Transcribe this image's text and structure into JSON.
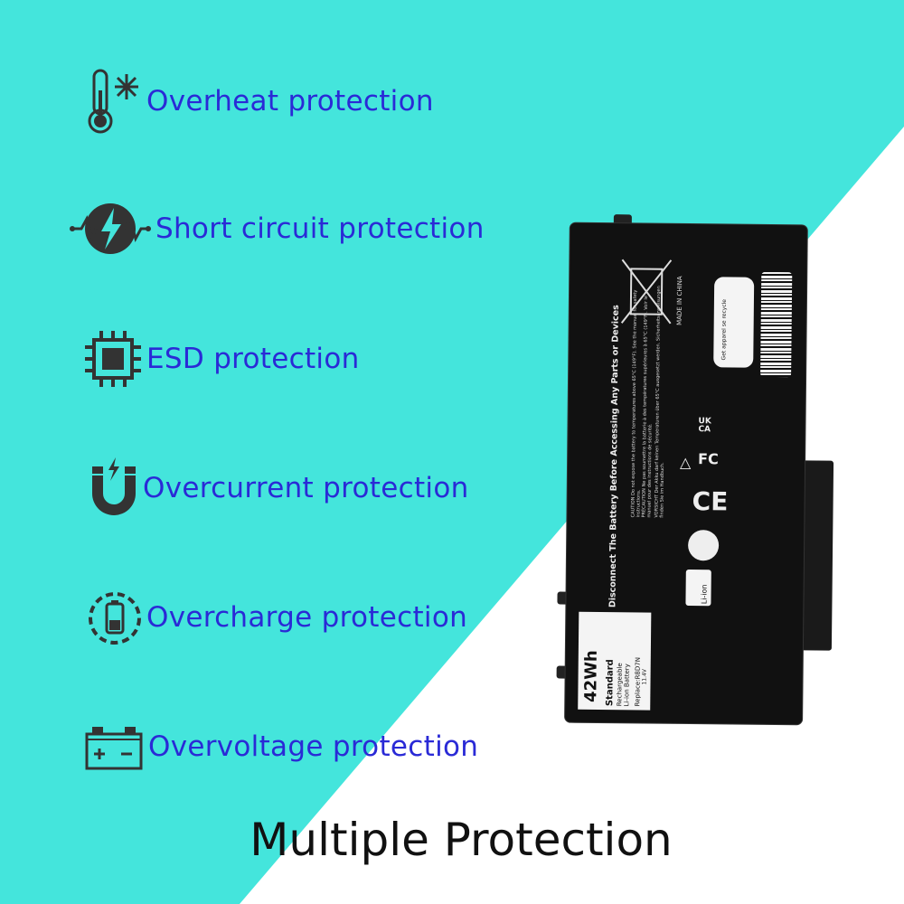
{
  "colors": {
    "background_cyan": "#44E5DC",
    "label_blue": "#2A2AD6",
    "icon_dark": "#333333",
    "battery_black": "#111111"
  },
  "features": [
    {
      "icon": "thermometer-snowflake-icon",
      "label": "Overheat protection"
    },
    {
      "icon": "lightning-circuit-icon",
      "label": "Short circuit protection"
    },
    {
      "icon": "chip-icon",
      "label": "ESD protection"
    },
    {
      "icon": "magnet-lightning-icon",
      "label": "Overcurrent protection"
    },
    {
      "icon": "battery-charging-circle-icon",
      "label": "Overcharge protection"
    },
    {
      "icon": "car-battery-icon",
      "label": "Overvoltage protection"
    }
  ],
  "footer": {
    "title": "Multiple Protection"
  },
  "battery_label": {
    "heading": "Disconnect The Battery Before Accessing Any Parts or Devices",
    "capacity": "42Wh",
    "type": "Standard",
    "type_sub1": "Rechargeable",
    "type_sub2": "Li-ion Battery",
    "replace": "Replace:R8D7N",
    "voltage": "11.4V",
    "origin": "MADE IN CHINA",
    "caution": "CAUTION Do not expose the battery to temperatures above 65°C (149°F). See the manual for safety instructions.",
    "precaution": "PRÉCAUTION Ne pas soumettre la batterie à des températures supérieures à 65°C (149°F). Voir le manuel pour des instructions de sécurité.",
    "vorsicht": "VORSICHT Der Akku darf keinen Temperaturen über 65°C ausgesetzt werden. Sicherheitsanweisungen finden Sie im Handbuch.",
    "liion": "Li-ion",
    "ce": "CE",
    "fc": "FC",
    "ukca_1": "UK",
    "ukca_2": "CA",
    "recycle": "Get apparel se recycle"
  }
}
